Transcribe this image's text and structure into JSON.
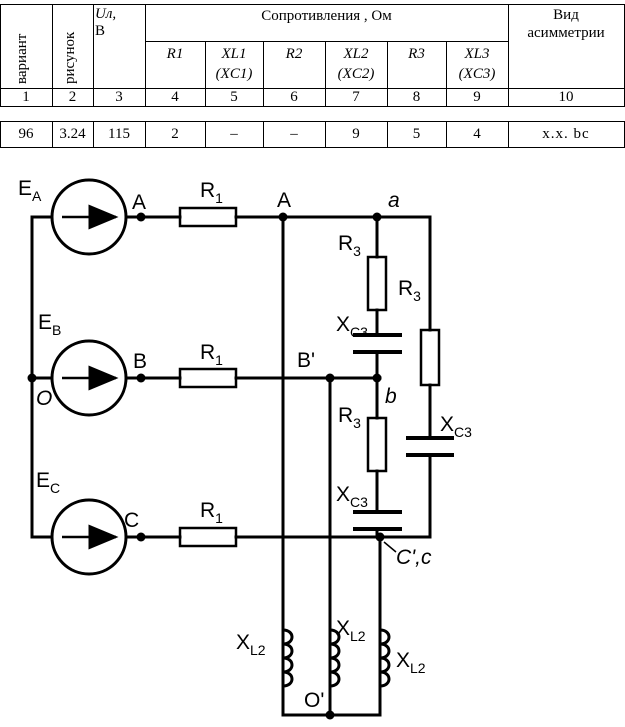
{
  "table": {
    "head": {
      "variant": "вариант",
      "figure": "рисунок",
      "u_sym": "Uл,",
      "u_unit": "В",
      "resistance": "Сопротивления , Ом",
      "asym_line1": "Вид",
      "asym_line2": "асимметрии",
      "r1": "R1",
      "xl1": "XL1",
      "xc1": "(XC1)",
      "r2": "R2",
      "xl2": "XL2",
      "xc2": "(XC2)",
      "r3": "R3",
      "xl3": "XL3",
      "xc3": "(XC3)"
    },
    "numbers": [
      "1",
      "2",
      "3",
      "4",
      "5",
      "6",
      "7",
      "8",
      "9",
      "10"
    ],
    "row": [
      "96",
      "3.24",
      "115",
      "2",
      "–",
      "–",
      "9",
      "5",
      "4",
      "х.х. bc"
    ]
  },
  "circuit": {
    "labels": {
      "ea": "EA",
      "eb": "EB",
      "ec": "EC",
      "o": "O",
      "a_src": "A",
      "b_src": "B",
      "c_src": "C",
      "r1_a": "R1",
      "r1_b": "R1",
      "r1_c": "R1",
      "a_bus": "A",
      "b_prime": "B'",
      "node_a": "a",
      "node_b": "b",
      "node_c": "C',c",
      "r3_top": "R3",
      "r3_right": "R3",
      "r3_mid": "R3",
      "xc3_top": "XC3",
      "xc3_right": "XC3",
      "xc3_bot": "XC3",
      "xl2_1": "XL2",
      "xl2_2": "XL2",
      "xl2_3": "XL2",
      "o_prime": "O'"
    }
  }
}
